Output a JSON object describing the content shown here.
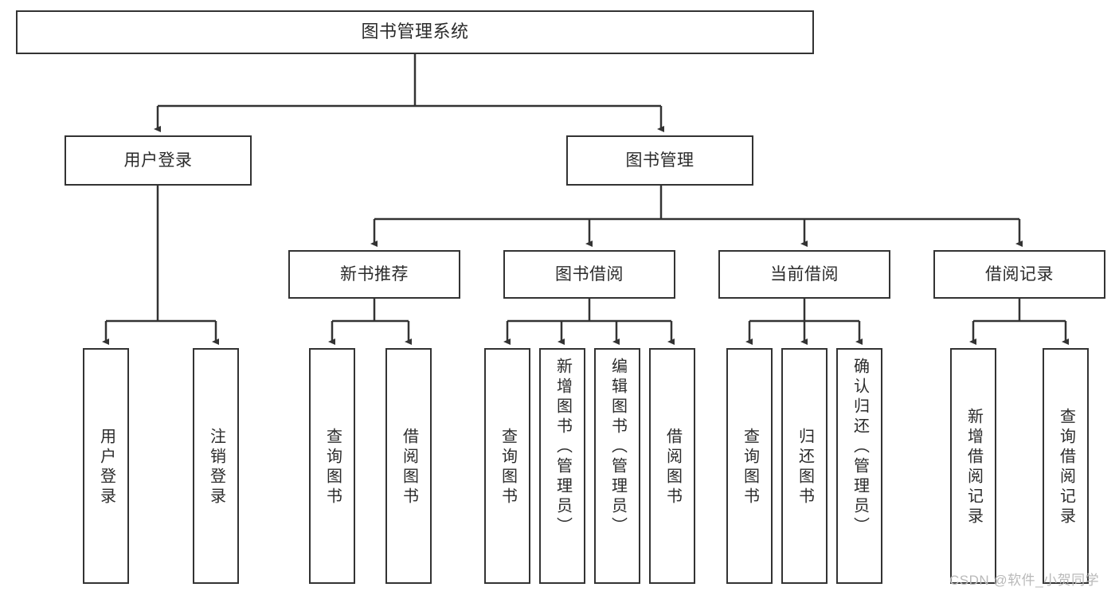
{
  "diagram": {
    "title": "图书管理系统",
    "type": "tree-hierarchy-diagram",
    "colors": {
      "node_border": "#333333",
      "node_fill": "#ffffff",
      "edge": "#333333",
      "text": "#2b2b2b",
      "watermark": "#b9b9b9",
      "background": "#ffffff"
    },
    "root": {
      "label": "图书管理系统"
    },
    "level2": [
      {
        "label": "用户登录"
      },
      {
        "label": "图书管理"
      }
    ],
    "level3": [
      {
        "label": "新书推荐"
      },
      {
        "label": "图书借阅"
      },
      {
        "label": "当前借阅"
      },
      {
        "label": "借阅记录"
      }
    ],
    "leaves": {
      "user_login": [
        {
          "label": "用户登录"
        },
        {
          "label": "注销登录"
        }
      ],
      "new_book_recommend": [
        {
          "label": "查询图书"
        },
        {
          "label": "借阅图书"
        }
      ],
      "book_borrow": [
        {
          "label": "查询图书"
        },
        {
          "label": "新增图书（管理员）"
        },
        {
          "label": "编辑图书（管理员）"
        },
        {
          "label": "借阅图书"
        }
      ],
      "current_borrow": [
        {
          "label": "查询图书"
        },
        {
          "label": "归还图书"
        },
        {
          "label": "确认归还（管理员）"
        }
      ],
      "borrow_record": [
        {
          "label": "新增借阅记录"
        },
        {
          "label": "查询借阅记录"
        }
      ]
    }
  },
  "watermark": {
    "text": "CSDN @软件_小贺同学"
  }
}
